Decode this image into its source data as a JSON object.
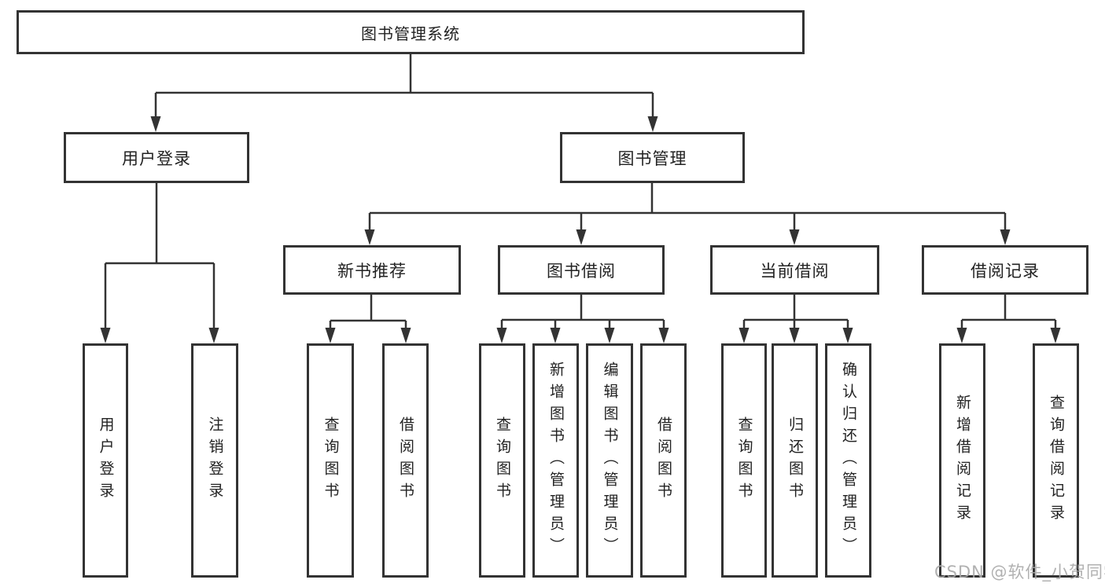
{
  "diagram": {
    "tree": {
      "label": "图书管理系统",
      "children": [
        {
          "label": "用户登录",
          "children": [
            {
              "label": "用户登录"
            },
            {
              "label": "注销登录"
            }
          ]
        },
        {
          "label": "图书管理",
          "children": [
            {
              "label": "新书推荐",
              "children": [
                {
                  "label": "查询图书"
                },
                {
                  "label": "借阅图书"
                }
              ]
            },
            {
              "label": "图书借阅",
              "children": [
                {
                  "label": "查询图书"
                },
                {
                  "label": "新增图书（管理员）"
                },
                {
                  "label": "编辑图书（管理员）"
                },
                {
                  "label": "借阅图书"
                }
              ]
            },
            {
              "label": "当前借阅",
              "children": [
                {
                  "label": "查询图书"
                },
                {
                  "label": "归还图书"
                },
                {
                  "label": "确认归还（管理员）"
                }
              ]
            },
            {
              "label": "借阅记录",
              "children": [
                {
                  "label": "新增借阅记录"
                },
                {
                  "label": "查询借阅记录"
                }
              ]
            }
          ]
        }
      ]
    },
    "line_color": "#333333",
    "box_border_color": "#333333",
    "text_color": "#222222"
  },
  "watermark": {
    "text": "CSDN @软件_小贺同学",
    "color": "#a8a8a8"
  }
}
